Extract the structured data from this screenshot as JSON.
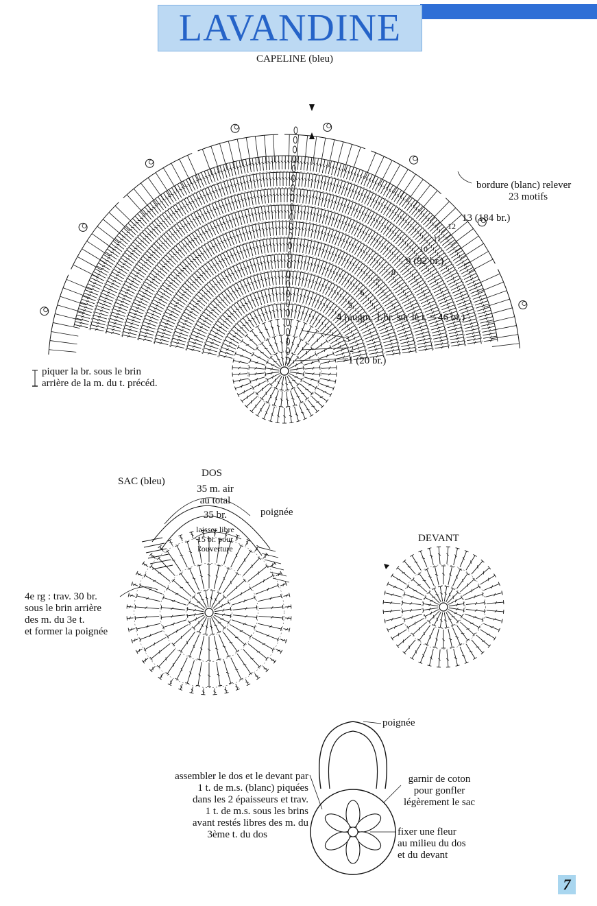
{
  "header": {
    "title": "LAVANDINE",
    "subtitle": "CAPELINE (bleu)"
  },
  "capeline": {
    "border_note": [
      "bordure (blanc) relever",
      "23 motifs"
    ],
    "row_labels": {
      "r13": "13 (184 br.)",
      "r12": "12",
      "r11": "11",
      "r10": "10",
      "r9": "9 (92 br.)",
      "r8": "8",
      "r7": "7",
      "r6": "6",
      "r5": "5",
      "r4": "4 (augm. 1 br. sur le t. = 46 br.)",
      "r3": "3",
      "r2": "2",
      "r1": "1 (20 br.)"
    },
    "legend": [
      "piquer la br.  sous  le  brin",
      "arrière de la m. du t. précéd."
    ]
  },
  "sac": {
    "title": "SAC (bleu)",
    "dos_label": "DOS",
    "chain_note": [
      "35 m. air",
      "au total"
    ],
    "br_note": "35 br.",
    "open_note": [
      "laisser libre",
      "15 br. pour",
      "l'ouverture"
    ],
    "handle_label": "poignée",
    "row4_note": [
      "4e rg : trav. 30 br.",
      "sous le brin arrière",
      "des m. du 3e t.",
      "et former la poignée"
    ],
    "devant_label": "DEVANT"
  },
  "assembly": {
    "handle_label": "poignée",
    "left_note": [
      "assembler le dos et le devant par",
      "1 t. de  m.s. (blanc) piquées",
      "dans les 2 épaisseurs et trav.",
      "1 t. de m.s. sous les brins",
      "avant restés libres des m. du",
      "3ème t. du dos"
    ],
    "stuff_note": [
      "garnir de coton",
      "pour gonfler",
      "légèrement le sac"
    ],
    "flower_note": [
      "fixer une fleur",
      "au milieu du dos",
      "et du devant"
    ]
  },
  "page_number": "7",
  "colors": {
    "accent_blue": "#2563c8",
    "title_box": "#bcd9f3",
    "bar": "#2f6fd6",
    "page_num_bg": "#a9d6ef",
    "ink": "#111111"
  }
}
